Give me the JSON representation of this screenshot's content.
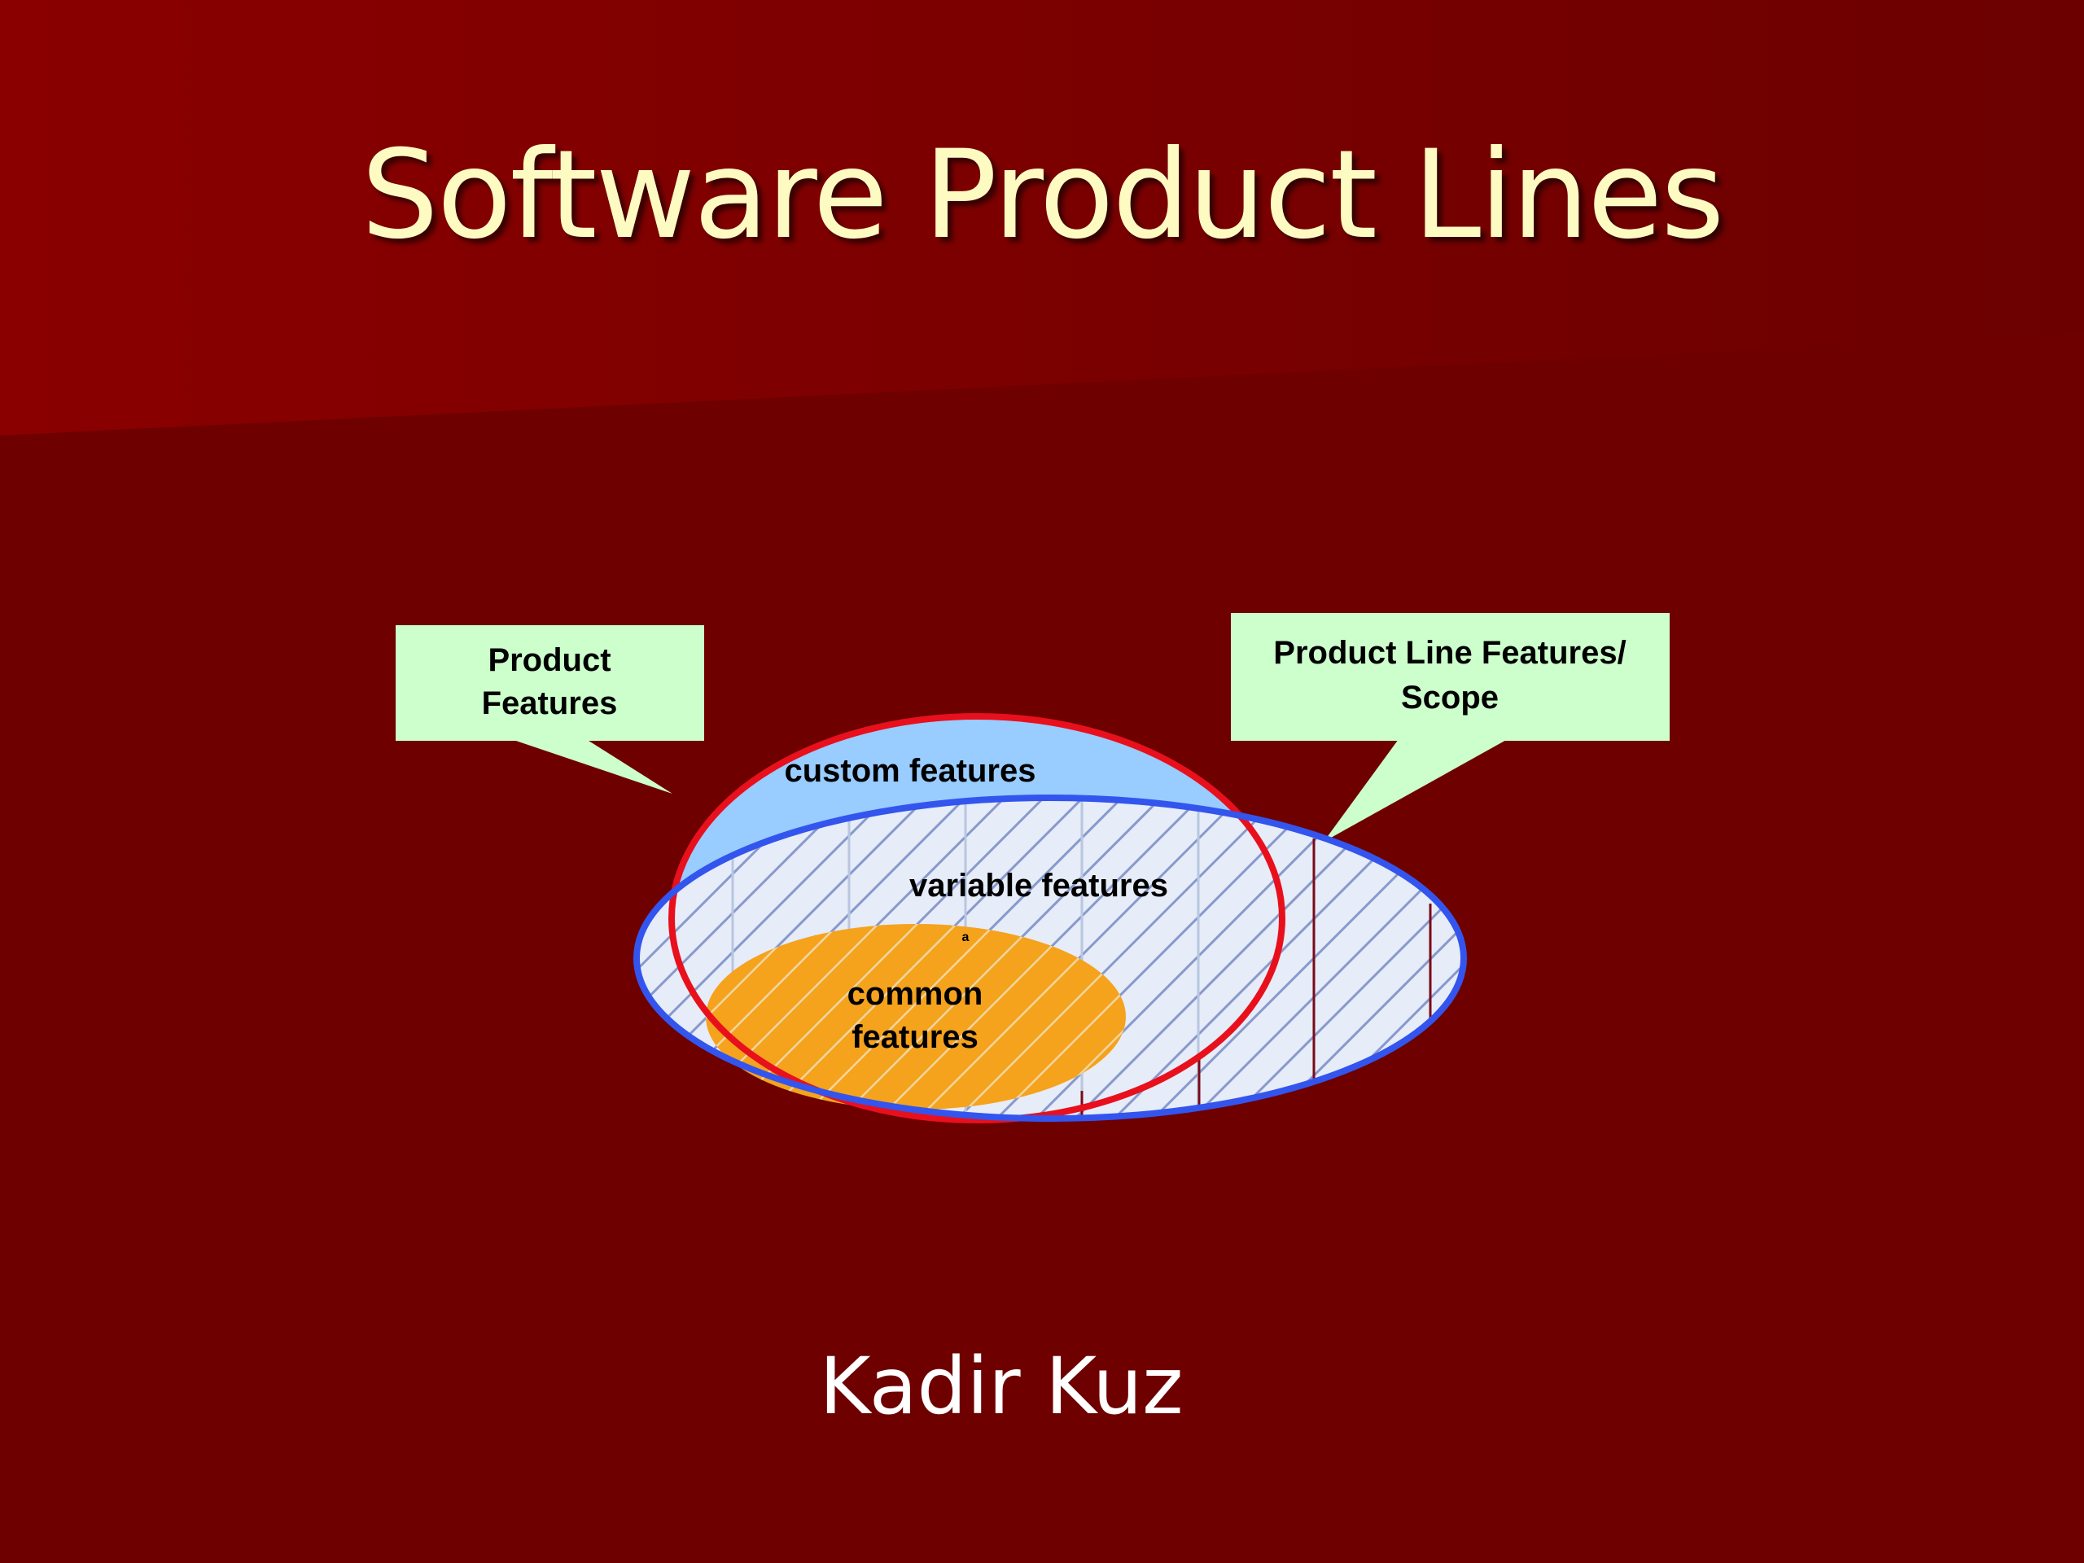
{
  "slide": {
    "title": "Software Product Lines",
    "author": "Kadir Kuz"
  },
  "colors": {
    "background": "#6e0000",
    "title_text": "#fdfbc2",
    "callout_fill": "#ccffcc",
    "custom_ellipse_fill": "#99ccff",
    "custom_ellipse_stroke": "#e8101c",
    "scope_ellipse_stroke": "#3355ee",
    "scope_hatch": "#8899cc",
    "common_fill": "#f5a21d"
  },
  "diagram": {
    "callout_product_features": {
      "line1": "Product",
      "line2": "Features"
    },
    "callout_scope": {
      "line1": "Product Line Features/",
      "line2": "Scope"
    },
    "custom_label": "custom features",
    "variable_label": "variable features",
    "common_label_line1": "common",
    "common_label_line2": "features",
    "stray_mark": "a"
  }
}
